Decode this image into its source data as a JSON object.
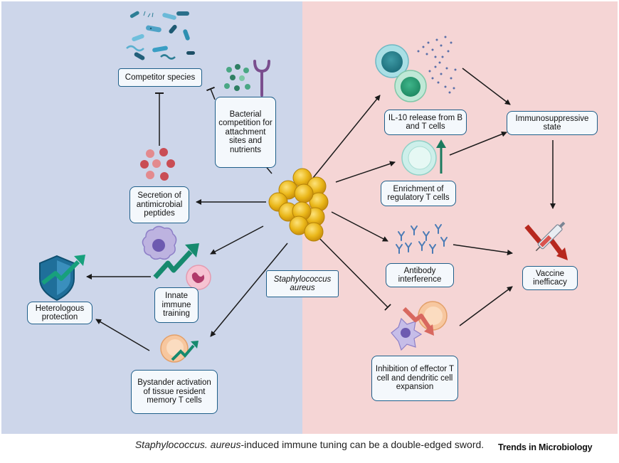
{
  "colors": {
    "left_panel": "#cdd6ea",
    "right_panel": "#f5d5d5",
    "box_border": "#1f5f8a",
    "box_fill": "#f4f8fc",
    "staph": "#e8b417",
    "arrow": "#1a1a1a"
  },
  "labels": {
    "competitor_species": "Competitor species",
    "bacterial_competition": "Bacterial competition for attachment sites and nutrients",
    "secretion_amp": "Secretion of antimicrobial peptides",
    "innate_training": "Innate immune training",
    "heterologous_protection": "Heterologous protection",
    "bystander_activation": "Bystander activation of tissue resident memory T cells",
    "staph_aureus": "Staphylococcus aureus",
    "il10_release": "IL-10 release from B and T cells",
    "enrichment_treg": "Enrichment of regulatory T cells",
    "immunosuppressive_state": "Immunosuppressive state",
    "antibody_interference": "Antibody interference",
    "vaccine_inefficacy": "Vaccine inefficacy",
    "inhibition_effector": "Inhibition of effector T cell and dendritic cell expansion"
  },
  "caption": {
    "species": "Staphylococcus. aureus",
    "rest": "-induced immune tuning can be a double-edged sword."
  },
  "journal": "Trends in Microbiology",
  "icons": [
    "bacteria-cluster-icon",
    "competing-bacteria-icon",
    "receptor-icon",
    "peptide-icon",
    "macrophage-icon",
    "neutrophil-icon",
    "trend-up-arrow-icon",
    "shield-check-icon",
    "memory-t-cell-icon",
    "staph-cluster-icon",
    "b-cell-icon",
    "t-cell-icon",
    "cytokine-dots-icon",
    "treg-cell-icon",
    "antibody-icon",
    "syringe-icon",
    "dendritic-cell-icon",
    "effector-t-cell-icon"
  ]
}
